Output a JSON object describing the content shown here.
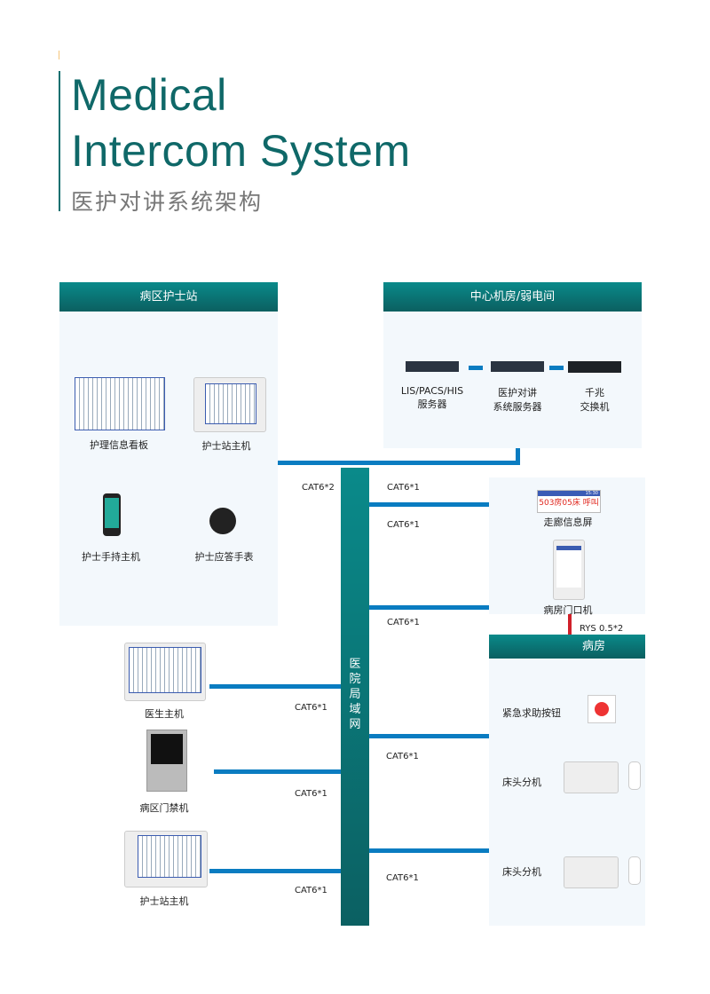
{
  "title": {
    "line1": "Medical",
    "line2": "Intercom System",
    "subtitle": "医护对讲系统架构"
  },
  "nurse_station": {
    "header": "病区护士站",
    "items": [
      "护理信息看板",
      "护士站主机",
      "护士手持主机",
      "护士应答手表"
    ]
  },
  "server_room": {
    "header": "中心机房/弱电间",
    "items": [
      {
        "l1": "LIS/PACS/HIS",
        "l2": "服务器"
      },
      {
        "l1": "医护对讲",
        "l2": "系统服务器"
      },
      {
        "l1": "千兆",
        "l2": "交换机"
      }
    ]
  },
  "trunk": {
    "label": "医院局域网"
  },
  "corridor": {
    "screen_label": "走廊信息屏",
    "screen_text": "503房05床 呼叫",
    "screen_time": "15:30",
    "door_label": "病房门口机"
  },
  "cable": {
    "rys": "RYS 0.5*2",
    "cat2": "CAT6*2",
    "cat1": "CAT6*1"
  },
  "ward": {
    "header": "病房",
    "items": [
      "紧急求助按钮",
      "床头分机",
      "床头分机"
    ]
  },
  "left_devices": [
    "医生主机",
    "病区门禁机",
    "护士站主机"
  ],
  "colors": {
    "teal": "#0b6f70",
    "blue": "#0a7cc1",
    "red": "#d0202a"
  }
}
